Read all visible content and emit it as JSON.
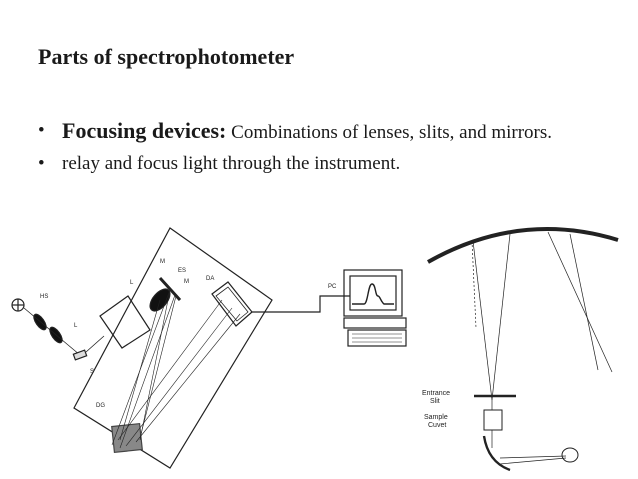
{
  "slide": {
    "title": "Parts of spectrophotometer",
    "bullets": [
      {
        "lead": "Focusing devices:",
        "text": " Combinations of lenses, slits, and mirrors."
      },
      {
        "lead": "",
        "text": "relay and focus light through the instrument."
      }
    ],
    "bullet_glyph": "•"
  },
  "figure_left": {
    "labels": {
      "hs": "HS",
      "l1": "L",
      "l2": "L",
      "m1": "M",
      "m2": "M",
      "es": "ES",
      "da": "DA",
      "s": "S",
      "dg": "DG",
      "pc": "PC"
    }
  },
  "figure_right": {
    "entrance_slit": [
      "Entrance",
      "Slit"
    ],
    "sample_cuvet": [
      "Sample",
      "Cuvet"
    ]
  }
}
